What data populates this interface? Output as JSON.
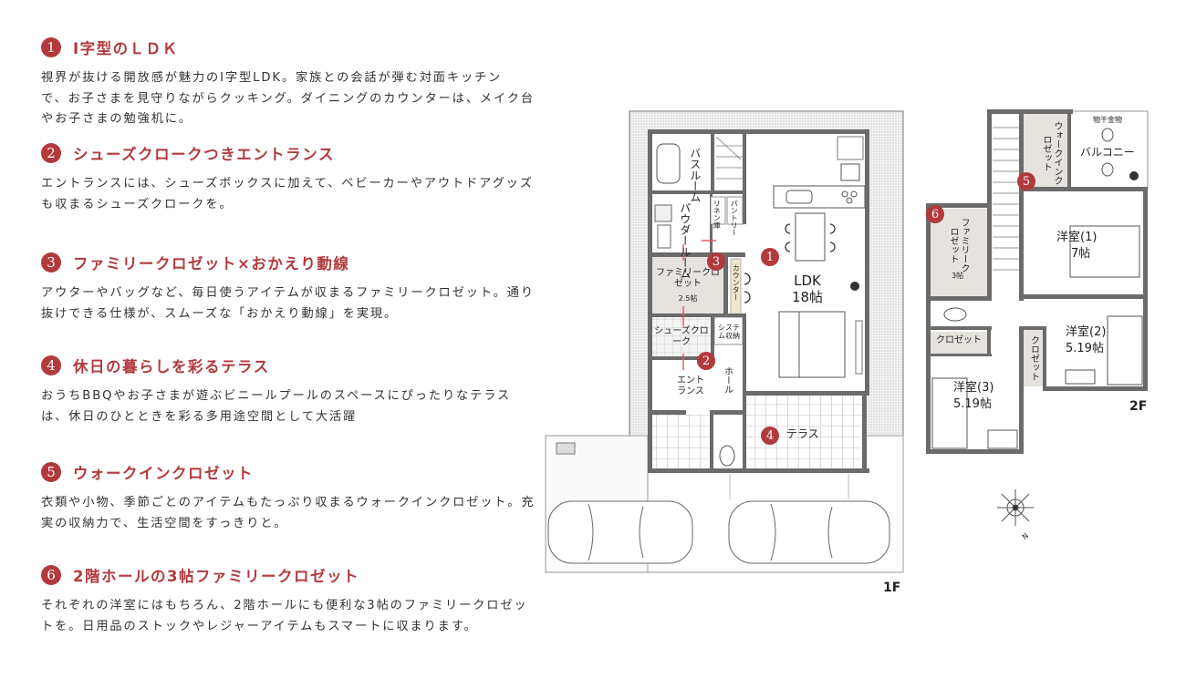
{
  "features": [
    {
      "num": "1",
      "title": "I字型のＬＤＫ",
      "lines": [
        "視界が抜ける開放感が魅力のI字型LDK。家族との会話が弾む対面キッチン",
        "で、お子さまを見守りながらクッキング。ダイニングのカウンターは、メイク台",
        "やお子さまの勉強机に。"
      ]
    },
    {
      "num": "2",
      "title": "シューズクロークつきエントランス",
      "lines": [
        "エントランスには、シューズボックスに加えて、ベビーカーやアウトドアグッズ",
        "も収まるシューズクロークを。"
      ]
    },
    {
      "num": "3",
      "title": "ファミリークロゼット×おかえり動線",
      "lines": [
        "アウターやバッグなど、毎日使うアイテムが収まるファミリークロゼット。通り",
        "抜けできる仕様が、スムーズな「おかえり動線」を実現。"
      ]
    },
    {
      "num": "4",
      "title": "休日の暮らしを彩るテラス",
      "lines": [
        "おうちBBQやお子さまが遊ぶビニールプールのスペースにぴったりなテラス",
        "は、休日のひとときを彩る多用途空間として大活躍"
      ]
    },
    {
      "num": "5",
      "title": "ウォークインクロゼット",
      "lines": [
        "衣類や小物、季節ごとのアイテムもたっぷり収まるウォークインクロゼット。充",
        "実の収納力で、生活空間をすっきりと。"
      ]
    },
    {
      "num": "6",
      "title": "2階ホールの3帖ファミリークロゼット",
      "lines": [
        "それぞれの洋室にはもちろん、2階ホールにも便利な3帖のファミリークロゼッ",
        "トを。日用品のストックやレジャーアイテムもスマートに収まります。"
      ]
    }
  ],
  "floor1": {
    "label": "1F",
    "rooms": {
      "bath": "バスルーム",
      "powder": "パウダールーム",
      "linen": "リネン庫",
      "pantry": "パントリー",
      "family_closet": "ファミリークロゼット",
      "family_closet_size": "2.5帖",
      "counter": "カウンター",
      "ldk": "LDK",
      "ldk_size": "18帖",
      "shoe_cloak": "シューズクローク",
      "system_storage": "システム収納",
      "entrance": "エントランス",
      "hall": "ホール",
      "terrace": "テラス"
    }
  },
  "floor2": {
    "label": "2F",
    "rooms": {
      "walkin": "ウォークインクロゼット",
      "dryer": "物干金物",
      "balcony": "バルコニー",
      "family_closet": "ファミリークロゼット",
      "family_closet_size": "3帖",
      "room1": "洋室(1)",
      "room1_size": "7帖",
      "room2": "洋室(2)",
      "room2_size": "5.19帖",
      "room3": "洋室(3)",
      "room3_size": "5.19帖",
      "closet_a": "クロゼット",
      "closet_b": "クロゼット"
    }
  },
  "compass": {
    "north_label": "N"
  },
  "colors": {
    "accent": "#b2393c",
    "wall": "#6b6b6b",
    "closet_fill": "#e6e3df",
    "counter_fill": "#efe6cf"
  }
}
